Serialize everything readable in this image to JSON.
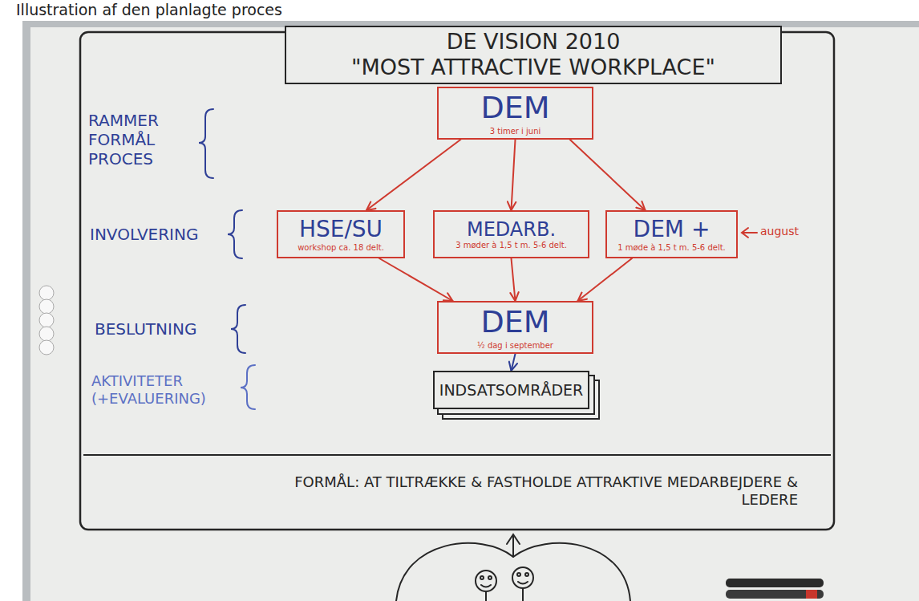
{
  "diagram": {
    "title": "Illustration af den planlagte proces",
    "nodes": [
      {
        "text": [
          "DE VISION 2010",
          "\"MOST ATTRACTIVE WORKPLACE\""
        ]
      },
      {
        "text": [
          "DEM",
          "3 timer i juni"
        ]
      },
      {
        "text": [
          "HSE/SU",
          "workshop ca. 18 delt."
        ]
      },
      {
        "text": [
          "MEDARB.",
          "3 møder à 1,5 t m. 5-6 delt."
        ]
      },
      {
        "text": [
          "DEM +",
          "1 møde à 1,5 t m. 5-6 delt."
        ]
      },
      {
        "text": [
          "DEM",
          "½ dag i september"
        ]
      },
      {
        "text": [
          "INDSATSOMRÅDER"
        ]
      },
      {
        "text": [
          "FORMÅL: AT TILTRÆKKE & FASTHOLDE ATTRAKTIVE MEDARBEJDERE & LEDERE"
        ]
      }
    ],
    "edges": [
      {
        "from": 1,
        "to": 2,
        "arrow": "to"
      },
      {
        "from": 1,
        "to": 3,
        "arrow": "to"
      },
      {
        "from": 1,
        "to": 4,
        "arrow": "to"
      },
      {
        "from": 2,
        "to": 5,
        "arrow": "to"
      },
      {
        "from": 3,
        "to": 5,
        "arrow": "to"
      },
      {
        "from": 4,
        "to": 5,
        "arrow": "to"
      },
      {
        "from": 5,
        "to": 6,
        "arrow": "to"
      }
    ],
    "labels": [
      "RAMMER FORMÅL PROCES",
      "INVOLVERING",
      "BESLUTNING",
      "AKTIVITETER (+EVALUERING)",
      "august"
    ]
  }
}
